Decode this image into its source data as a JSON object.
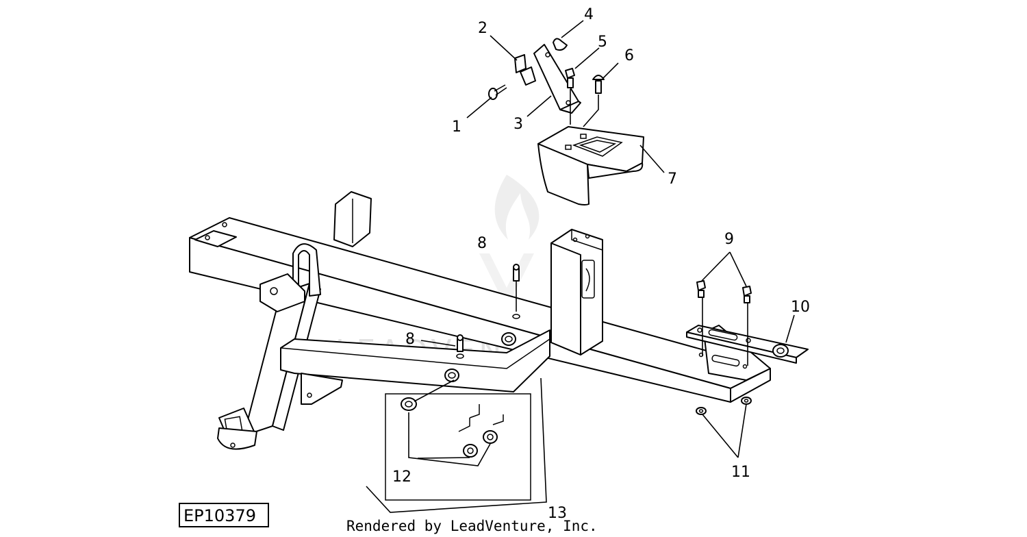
{
  "diagram": {
    "callouts": [
      {
        "id": "1",
        "label": "1"
      },
      {
        "id": "2",
        "label": "2"
      },
      {
        "id": "3",
        "label": "3"
      },
      {
        "id": "4",
        "label": "4"
      },
      {
        "id": "5",
        "label": "5"
      },
      {
        "id": "6",
        "label": "6"
      },
      {
        "id": "7",
        "label": "7"
      },
      {
        "id": "8a",
        "label": "8"
      },
      {
        "id": "8b",
        "label": "8"
      },
      {
        "id": "9",
        "label": "9"
      },
      {
        "id": "10",
        "label": "10"
      },
      {
        "id": "11",
        "label": "11"
      },
      {
        "id": "12",
        "label": "12"
      },
      {
        "id": "13",
        "label": "13"
      }
    ],
    "reference_number": "EP10379",
    "credit": "Rendered by LeadVenture, Inc.",
    "watermark": "LEADVENTURE"
  }
}
